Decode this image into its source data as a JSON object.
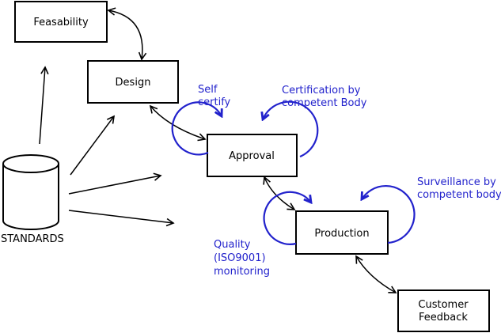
{
  "boxes": {
    "feasability": {
      "label": "Feasability"
    },
    "design": {
      "label": "Design"
    },
    "approval": {
      "label": "Approval"
    },
    "production": {
      "label": "Production"
    },
    "customer_feedback": {
      "line1": "Customer",
      "line2": "Feedback"
    }
  },
  "database": {
    "label": "STANDARDS"
  },
  "annotations": {
    "self_certify": {
      "line1": "Self",
      "line2": "certify"
    },
    "certification": {
      "line1": "Certification by",
      "line2": "competent Body"
    },
    "quality": {
      "line1": "Quality",
      "line2": "(ISO9001)",
      "line3": "monitoring"
    },
    "surveillance": {
      "line1": "Surveillance by",
      "line2": "competent body"
    }
  },
  "colors": {
    "annotation_blue": "#2222cc",
    "line_black": "#000000",
    "background": "#ffffff"
  }
}
